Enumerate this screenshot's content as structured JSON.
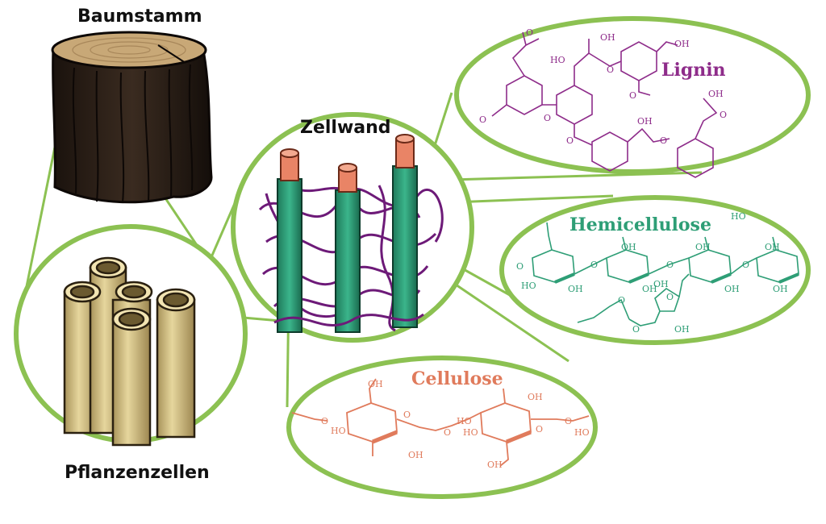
{
  "labels": {
    "tree_trunk": "Baumstamm",
    "plant_cells": "Pflanzenzellen",
    "cell_wall": "Zellwand",
    "lignin": "Lignin",
    "hemicellulose": "Hemicellulose",
    "cellulose": "Cellulose"
  },
  "atoms": {
    "oh": "OH",
    "ho": "HO",
    "o": "O"
  },
  "colors": {
    "connector_green": "#8cc152",
    "lignin": "#8e2c8a",
    "hemicellulose": "#2e9e76",
    "cellulose": "#e07b5c",
    "microfibril_core": "#e98466",
    "microfibril_sheath": "#2c9f77",
    "lignin_strands": "#6d1a78",
    "cell_tube": "#d9c78a",
    "bark": "#2a1f18"
  }
}
